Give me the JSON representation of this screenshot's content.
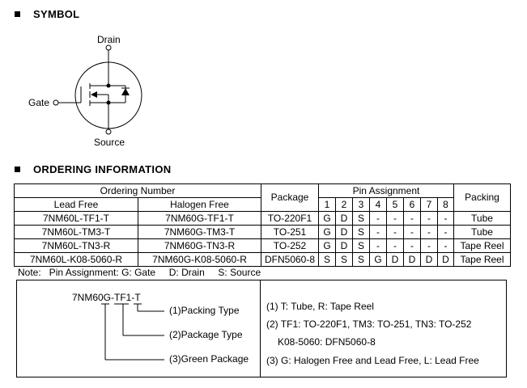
{
  "symbol_section": {
    "title": "SYMBOL",
    "labels": {
      "drain": "Drain",
      "gate": "Gate",
      "source": "Source"
    }
  },
  "ordering_section": {
    "title": "ORDERING INFORMATION"
  },
  "table": {
    "header": {
      "ordering_number": "Ordering Number",
      "lead_free": "Lead Free",
      "halogen_free": "Halogen Free",
      "package": "Package",
      "pin_assignment": "Pin Assignment",
      "pins": [
        "1",
        "2",
        "3",
        "4",
        "5",
        "6",
        "7",
        "8"
      ],
      "packing": "Packing"
    },
    "rows": [
      {
        "lead_free": "7NM60L-TF1-T",
        "halogen_free": "7NM60G-TF1-T",
        "package": "TO-220F1",
        "pins": [
          "G",
          "D",
          "S",
          "-",
          "-",
          "-",
          "-",
          "-"
        ],
        "packing": "Tube"
      },
      {
        "lead_free": "7NM60L-TM3-T",
        "halogen_free": "7NM60G-TM3-T",
        "package": "TO-251",
        "pins": [
          "G",
          "D",
          "S",
          "-",
          "-",
          "-",
          "-",
          "-"
        ],
        "packing": "Tube"
      },
      {
        "lead_free": "7NM60L-TN3-R",
        "halogen_free": "7NM60G-TN3-R",
        "package": "TO-252",
        "pins": [
          "G",
          "D",
          "S",
          "-",
          "-",
          "-",
          "-",
          "-"
        ],
        "packing": "Tape Reel"
      },
      {
        "lead_free": "7NM60L-K08-5060-R",
        "halogen_free": "7NM60G-K08-5060-R",
        "package": "DFN5060-8",
        "pins": [
          "S",
          "S",
          "S",
          "G",
          "D",
          "D",
          "D",
          "D"
        ],
        "packing": "Tape Reel"
      }
    ]
  },
  "note": "Note:   Pin Assignment: G: Gate     D: Drain     S: Source",
  "part_decode": {
    "part_number": "7NM60G-TF1-T",
    "labels": [
      "(1)Packing Type",
      "(2)Package Type",
      "(3)Green Package"
    ],
    "descriptions": [
      "(1) T: Tube, R: Tape Reel",
      "(2) TF1: TO-220F1, TM3: TO-251, TN3: TO-252",
      "K08-5060: DFN5060-8",
      "(3) G: Halogen Free and Lead Free, L: Lead Free"
    ]
  }
}
